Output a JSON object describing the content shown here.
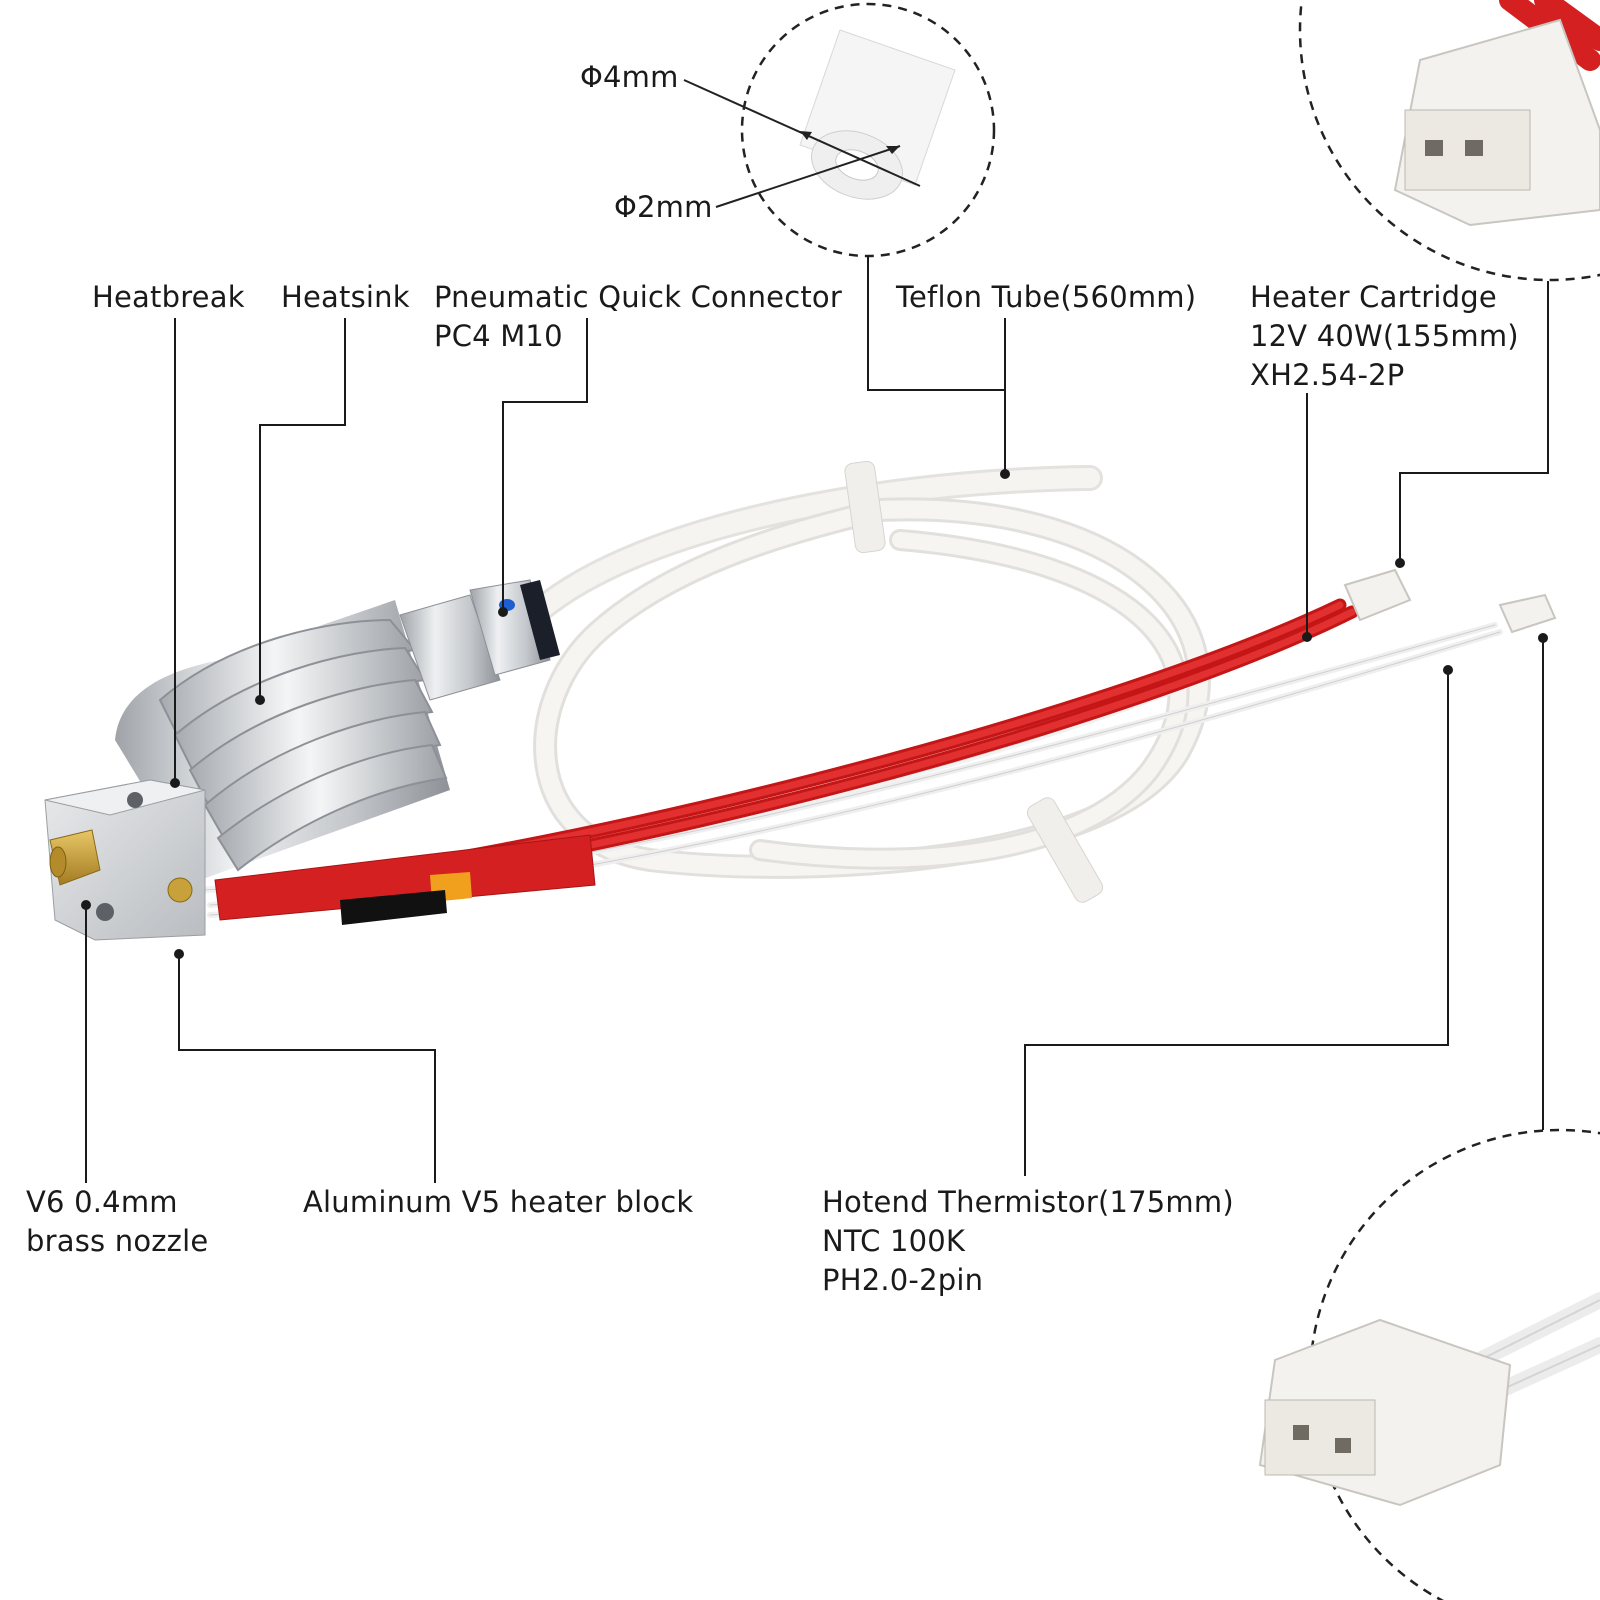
{
  "dimensions": {
    "outer_diameter": "Φ4mm",
    "inner_diameter": "Φ2mm"
  },
  "labels": {
    "heatbreak": "Heatbreak",
    "heatsink": "Heatsink",
    "connector_line1": "Pneumatic Quick Connector",
    "connector_line2": "PC4 M10",
    "teflon_tube": "Teflon Tube(560mm)",
    "heater_line1": "Heater Cartridge",
    "heater_line2": "12V 40W(155mm)",
    "heater_line3": "XH2.54-2P",
    "nozzle_line1": "V6 0.4mm",
    "nozzle_line2": "brass nozzle",
    "heater_block": "Aluminum V5 heater block",
    "thermistor_line1": "Hotend Thermistor(175mm)",
    "thermistor_line2": "NTC 100K",
    "thermistor_line3": "PH2.0-2pin"
  },
  "colors": {
    "aluminum": "#d7d9dc",
    "brass": "#c9a13a",
    "ptfe": "#f2f1ee",
    "wire_red": "#d42020",
    "wire_white": "#ececec",
    "connector": "#f4f2ee",
    "text": "#1a1a1a"
  }
}
